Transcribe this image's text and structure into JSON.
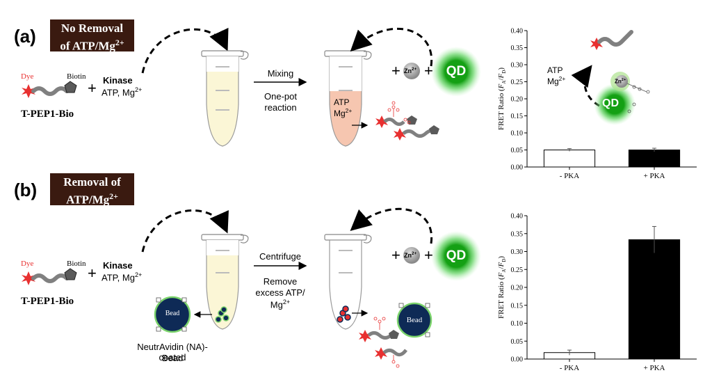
{
  "panel_a": {
    "letter": "(a)",
    "banner_line1": "No Removal",
    "banner_line2": "of ATP/Mg",
    "banner_sup": "2+",
    "dye": "Dye",
    "biotin": "Biotin",
    "peptide": "T-PEP1-Bio",
    "kinase": "Kinase",
    "atp": "ATP, Mg",
    "atp_sup": "2+",
    "arrow_top": "Mixing",
    "arrow_bottom_1": "One-pot",
    "arrow_bottom_2": "reaction",
    "tube_text_1": "ATP",
    "tube_text_2": "Mg",
    "tube_text_sup": "2+",
    "zn": "Zn",
    "zn_sup": "2+",
    "qd": "QD",
    "inset_atp": "ATP",
    "inset_mg": "Mg",
    "inset_sup": "2+"
  },
  "panel_b": {
    "letter": "(b)",
    "banner_line1": "Removal of",
    "banner_line2": "ATP/Mg",
    "banner_sup": "2+",
    "dye": "Dye",
    "biotin": "Biotin",
    "peptide": "T-PEP1-Bio",
    "kinase": "Kinase",
    "atp": "ATP, Mg",
    "atp_sup": "2+",
    "bead": "Bead",
    "bead_caption_1": "NeutrAvidin (NA)-coated",
    "bead_caption_2": "Bead",
    "arrow_top": "Centrifuge",
    "arrow_bottom_1": "Remove",
    "arrow_bottom_2": "excess ATP/",
    "arrow_bottom_3": "Mg",
    "arrow_bottom_sup": "2+",
    "zn": "Zn",
    "zn_sup": "2+",
    "qd": "QD",
    "bead_right": "Bead"
  },
  "colors": {
    "banner": "#3a1a10",
    "qd_green": "#1aa31a",
    "dye_red": "#e83030",
    "bead_navy": "#0e2a56",
    "tube_yellow": "#fbf6d6",
    "tube_pink": "#f6c6b0"
  },
  "chart_data": [
    {
      "type": "bar",
      "categories": [
        "- PKA",
        "+ PKA"
      ],
      "values": [
        0.05,
        0.05
      ],
      "errors": [
        0.004,
        0.005
      ],
      "bar_colors": [
        "#ffffff",
        "#000000"
      ],
      "ylabel": "FRET Ratio (F_A/F_D)",
      "ylim": [
        0,
        0.4
      ],
      "yticks": [
        "0.00",
        "0.05",
        "0.10",
        "0.15",
        "0.20",
        "0.25",
        "0.30",
        "0.35",
        "0.40"
      ]
    },
    {
      "type": "bar",
      "categories": [
        "- PKA",
        "+ PKA"
      ],
      "values": [
        0.018,
        0.333
      ],
      "errors": [
        0.007,
        0.037
      ],
      "bar_colors": [
        "#ffffff",
        "#000000"
      ],
      "ylabel": "FRET Ratio (F_A/F_D)",
      "ylim": [
        0,
        0.4
      ],
      "yticks": [
        "0.00",
        "0.05",
        "0.10",
        "0.15",
        "0.20",
        "0.25",
        "0.30",
        "0.35",
        "0.40"
      ]
    }
  ]
}
